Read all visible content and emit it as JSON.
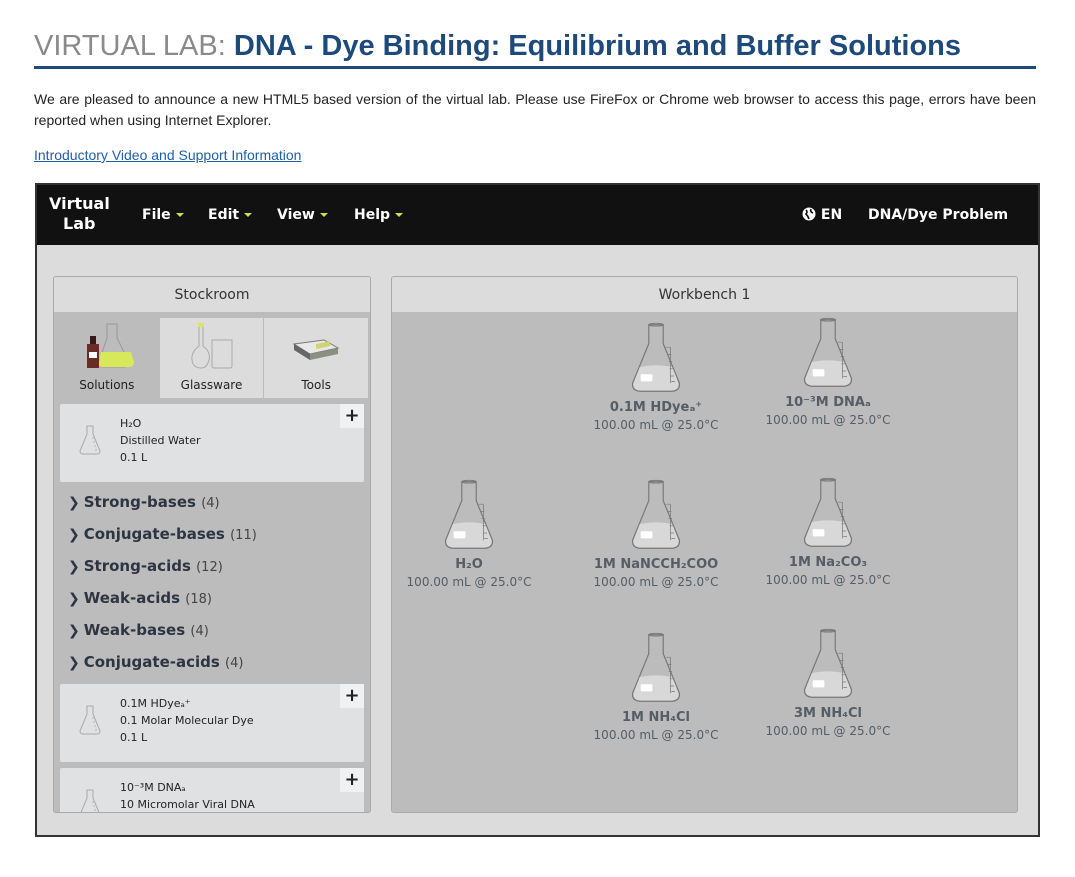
{
  "page": {
    "title_prefix": "VIRTUAL LAB:",
    "title_main": "DNA - Dye Binding: Equilibrium and Buffer Solutions",
    "intro": "We are pleased to announce a new HTML5 based version of the virtual lab. Please use FireFox or Chrome web browser to access this page, errors have been reported when using Internet Explorer.",
    "support_link": "Introductory Video and Support Information"
  },
  "navbar": {
    "logo_line1": "Virtual",
    "logo_line2": "Lab",
    "menus": [
      "File",
      "Edit",
      "View",
      "Help"
    ],
    "language": "EN",
    "language_icon": "globe-icon",
    "problem": "DNA/Dye Problem",
    "caret_color": "#c8e04a"
  },
  "stockroom": {
    "title": "Stockroom",
    "tabs": [
      {
        "label": "Solutions",
        "active": true
      },
      {
        "label": "Glassware"
      },
      {
        "label": "Tools"
      }
    ],
    "top_item": {
      "formula": "H₂O",
      "description": "Distilled Water",
      "volume": "0.1 L"
    },
    "categories": [
      {
        "label": "Strong-bases",
        "count": "(4)"
      },
      {
        "label": "Conjugate-bases",
        "count": "(11)"
      },
      {
        "label": "Strong-acids",
        "count": "(12)"
      },
      {
        "label": "Weak-acids",
        "count": "(18)"
      },
      {
        "label": "Weak-bases",
        "count": "(4)"
      },
      {
        "label": "Conjugate-acids",
        "count": "(4)"
      }
    ],
    "items": [
      {
        "formula": "0.1M HDyeₐ⁺",
        "description": "0.1 Molar Molecular Dye",
        "volume": "0.1 L"
      },
      {
        "formula": "10⁻³M DNAₐ",
        "description": "10 Micromolar Viral DNA"
      }
    ]
  },
  "workbench": {
    "title": "Workbench 1",
    "flasks": [
      {
        "name": "0.1M HDyeₐ⁺",
        "info": "100.00 mL @ 25.0°C"
      },
      {
        "name": "10⁻³M DNAₐ",
        "info": "100.00 mL @ 25.0°C"
      },
      {
        "name": "H₂O",
        "info": "100.00 mL @ 25.0°C"
      },
      {
        "name": "1M NaNCCH₂COO",
        "info": "100.00 mL @ 25.0°C"
      },
      {
        "name": "1M Na₂CO₃",
        "info": "100.00 mL @ 25.0°C"
      },
      {
        "name": "1M NH₄Cl",
        "info": "100.00 mL @ 25.0°C"
      },
      {
        "name": "3M NH₄Cl",
        "info": "100.00 mL @ 25.0°C"
      }
    ]
  }
}
